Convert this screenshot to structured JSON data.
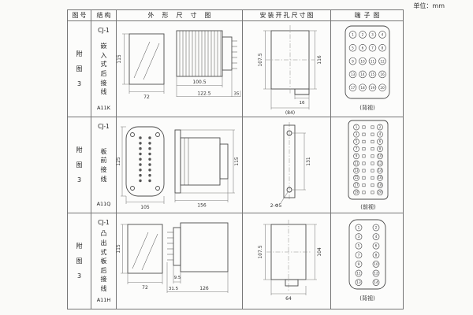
{
  "page": {
    "unit": "单位：mm"
  },
  "headers": {
    "fig": "图号",
    "structure": "结构",
    "outline": "外形尺寸图",
    "install": "安装开孔尺寸图",
    "terminal": "端子图"
  },
  "rows": [
    {
      "fig": "附图3",
      "model": "CJ-1",
      "structure": "嵌入式后接线",
      "code": "A11K",
      "outline": {
        "h": "115",
        "w": "72",
        "d1": "100.5",
        "d2": "122.5",
        "d3": "35"
      },
      "install": {
        "left": "107.5",
        "right": "116",
        "d1": "16",
        "d2": "(84)"
      },
      "terminal": {
        "view": "(背视)",
        "numbers": [
          "1",
          "2",
          "3",
          "4",
          "5",
          "6",
          "7",
          "8",
          "9",
          "10",
          "11",
          "12",
          "13",
          "14",
          "15",
          "16",
          "17",
          "18",
          "19",
          "20"
        ]
      }
    },
    {
      "fig": "附图3",
      "model": "CJ-1",
      "structure": "板前接线",
      "code": "A11Q",
      "outline": {
        "h": "125",
        "w": "105",
        "d1": "156",
        "d2": "115"
      },
      "install": {
        "d1": "131",
        "d2": "2-Φ5"
      },
      "terminal": {
        "view": "(前视)",
        "left": [
          "1",
          "3",
          "5",
          "7",
          "9",
          "11",
          "13",
          "15",
          "17",
          "19"
        ],
        "right": [
          "2",
          "4",
          "6",
          "8",
          "10",
          "12",
          "14",
          "16",
          "18",
          "20"
        ]
      }
    },
    {
      "fig": "附图3",
      "model": "CJ-1",
      "structure": "凸出式板后接线",
      "code": "A11H",
      "outline": {
        "h": "115",
        "w": "72",
        "d1": "9.5",
        "d2": "31.5",
        "d3": "126"
      },
      "install": {
        "left": "107.5",
        "right": "104",
        "d1": "64"
      },
      "terminal": {
        "view": "(背视)",
        "left": [
          "1",
          "3",
          "5",
          "7",
          "9",
          "11",
          "13"
        ],
        "right": [
          "2",
          "4",
          "6",
          "8",
          "10",
          "12",
          "14"
        ]
      }
    }
  ]
}
